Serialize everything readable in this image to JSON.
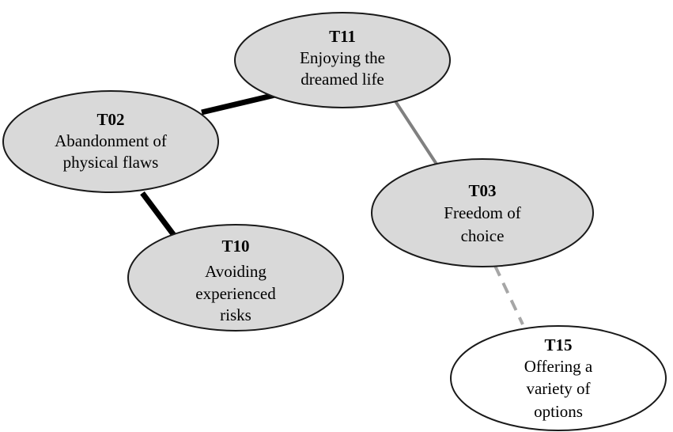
{
  "nodes": [
    {
      "id": "T11",
      "code": "T11",
      "lines": [
        "Enjoying the",
        "dreamed life"
      ],
      "fill": "#d9d9d9"
    },
    {
      "id": "T02",
      "code": "T02",
      "lines": [
        "Abandonment of",
        "physical flaws"
      ],
      "fill": "#d9d9d9"
    },
    {
      "id": "T10",
      "code": "T10",
      "lines": [
        "Avoiding",
        "experienced",
        "risks"
      ],
      "fill": "#d9d9d9"
    },
    {
      "id": "T03",
      "code": "T03",
      "lines": [
        "Freedom of",
        "choice"
      ],
      "fill": "#d9d9d9"
    },
    {
      "id": "T15",
      "code": "T15",
      "lines": [
        "Offering a",
        "variety of",
        "options"
      ],
      "fill": "#ffffff"
    }
  ],
  "edges": [
    {
      "from": "T02",
      "to": "T11",
      "style": "solid-thick",
      "color": "#000000"
    },
    {
      "from": "T02",
      "to": "T10",
      "style": "solid-thick",
      "color": "#000000"
    },
    {
      "from": "T11",
      "to": "T03",
      "style": "solid-thin",
      "color": "#808080"
    },
    {
      "from": "T03",
      "to": "T15",
      "style": "dashed",
      "color": "#a6a6a6"
    }
  ]
}
